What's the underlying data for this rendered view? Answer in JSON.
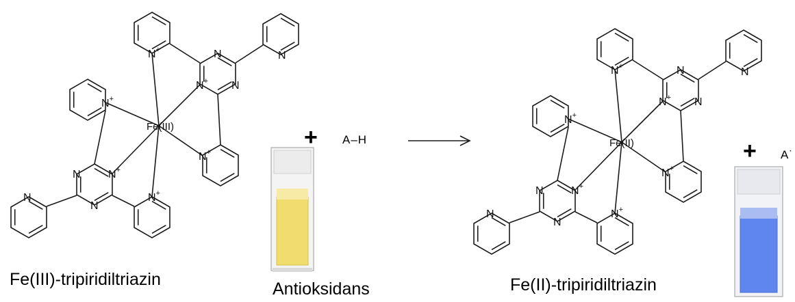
{
  "left_complex": {
    "metal_label": "Fe(III)",
    "caption": "Fe(III)-tripiridiltriazin",
    "atoms": {
      "n": "N",
      "n_plus": "N",
      "plus": "+"
    }
  },
  "right_complex": {
    "metal_label": "Fe(II)",
    "caption": "Fe(II)-tripiridiltriazin"
  },
  "reaction": {
    "plus_1": "+",
    "reagent": "A–H",
    "plus_2": "+",
    "product": "A˙"
  },
  "reagent_caption": "Antioksidans",
  "colors": {
    "cuvette_yellow": "#f1dc6e",
    "cuvette_blue": "#5f86ec",
    "bond": "#1a1a1a"
  }
}
